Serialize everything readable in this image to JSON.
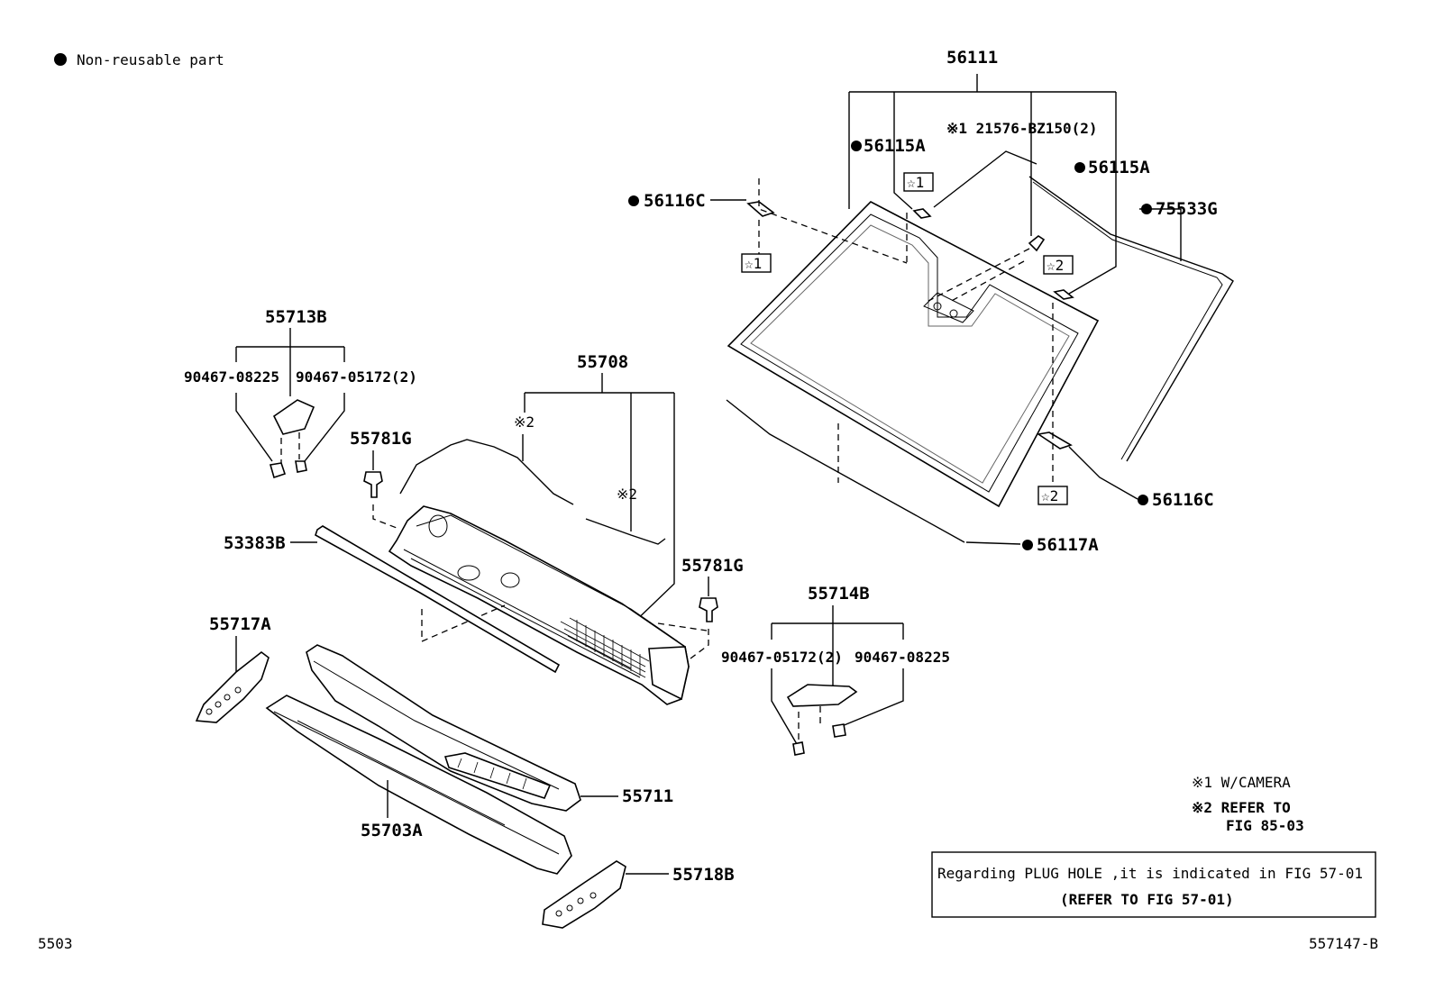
{
  "legend": {
    "non_reusable": "Non-reusable part"
  },
  "labels": {
    "p56111": "56111",
    "p56115A_left": "56115A",
    "camera_clip": "※1 21576-BZ150(2)",
    "p56115A_right": "56115A",
    "p75533G": "75533G",
    "p56116C_top": "56116C",
    "star1_a": "☆1",
    "star1_b": "☆1",
    "star2_a": "☆2",
    "star2_b": "☆2",
    "p56116C_bottom": "56116C",
    "p56117A": "56117A",
    "p55713B": "55713B",
    "p90467_08225_l": "90467-08225",
    "p90467_05172_l": "90467-05172(2)",
    "p55708": "55708",
    "ref2_a": "※2",
    "ref2_b": "※2",
    "p55781G_left": "55781G",
    "p53383B": "53383B",
    "p55781G_right": "55781G",
    "p55714B": "55714B",
    "p90467_05172_r": "90467-05172(2)",
    "p90467_08225_r": "90467-08225",
    "p55717A": "55717A",
    "p55711": "55711",
    "p55703A": "55703A",
    "p55718B": "55718B"
  },
  "notes": {
    "n1": "※1 W/CAMERA",
    "n2a": "※2 REFER TO",
    "n2b": "FIG 85-03",
    "box1": "Regarding PLUG HOLE ,it is indicated in FIG 57-01",
    "box2": "(REFER TO FIG 57-01)"
  },
  "footer": {
    "page_code": "5503",
    "figure_id": "557147-B"
  }
}
